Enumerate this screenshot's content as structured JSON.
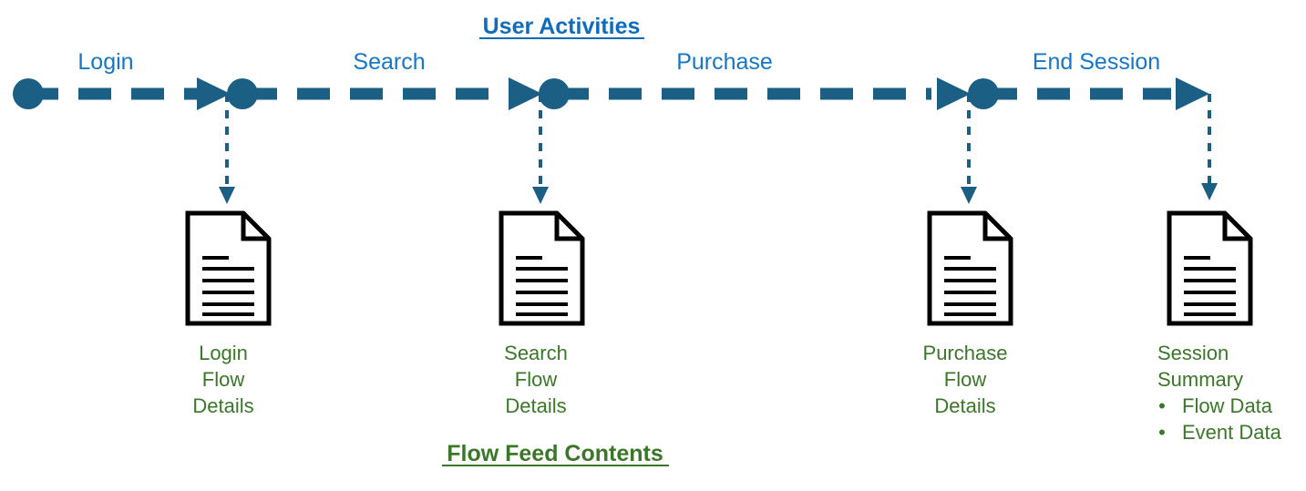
{
  "diagram": {
    "top_title": "User Activities",
    "bottom_title": "Flow Feed Contents",
    "colors": {
      "title_blue": "#0f6cbd",
      "title_green": "#3a7728",
      "activity_label_blue": "#1676c8",
      "timeline": "#1b5f84",
      "doc_outline": "#000000",
      "doc_fill": "#ffffff",
      "background": "#ffffff"
    },
    "activities": [
      {
        "label": "Login"
      },
      {
        "label": "Search"
      },
      {
        "label": "Purchase"
      },
      {
        "label": "End Session"
      }
    ],
    "documents": [
      {
        "name": "login-flow-details",
        "lines": [
          "Login",
          "Flow",
          "Details"
        ],
        "align": "center",
        "bullets": []
      },
      {
        "name": "search-flow-details",
        "lines": [
          "Search",
          "Flow",
          "Details"
        ],
        "align": "center",
        "bullets": []
      },
      {
        "name": "purchase-flow-details",
        "lines": [
          "Purchase",
          "Flow",
          "Details"
        ],
        "align": "center",
        "bullets": []
      },
      {
        "name": "session-summary",
        "lines": [
          "Session",
          "Summary"
        ],
        "align": "left",
        "bullets": [
          "Flow Data",
          "Event Data"
        ]
      }
    ],
    "icons": {
      "document": "document-page-icon",
      "bullet": "bullet-dot-icon",
      "node": "timeline-node-icon",
      "arrow": "arrow-right-icon",
      "drop_arrow": "arrow-down-icon"
    }
  }
}
